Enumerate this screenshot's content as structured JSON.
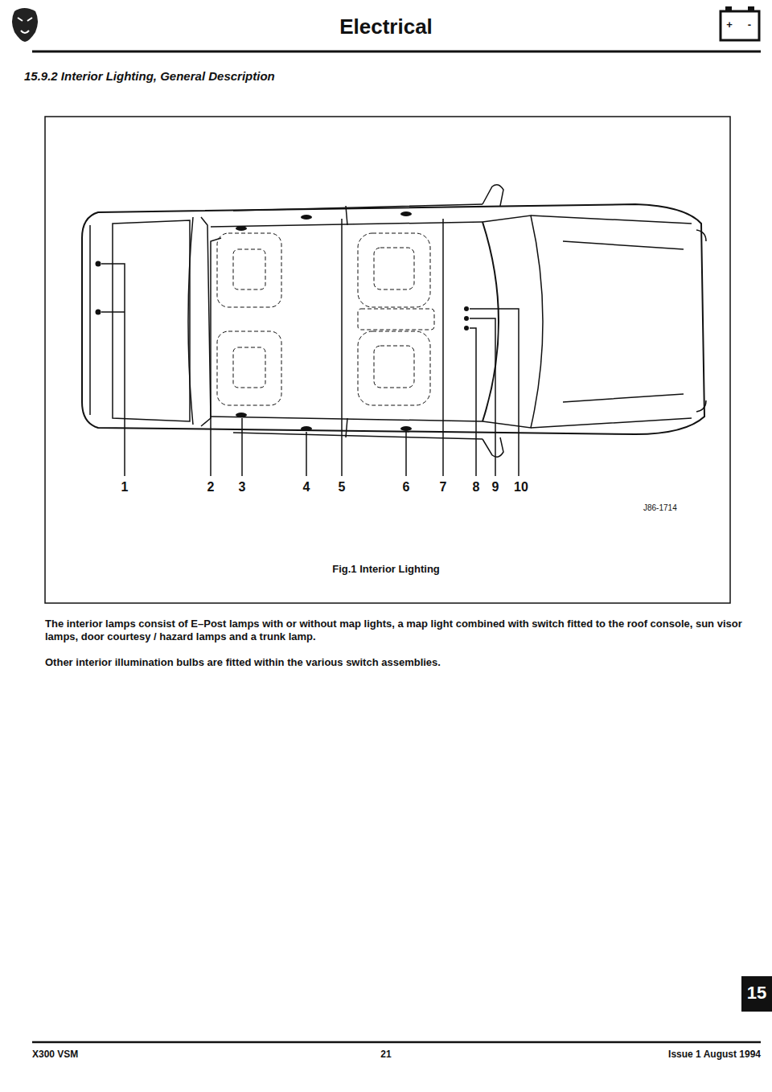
{
  "diagram": {
    "title": "15.9.2 Interior Lighting, General Description",
    "caption": "Fig.1 Interior Lighting",
    "labels": [
      "Electrical",
      "+",
      "-",
      "1",
      "2",
      "3",
      "4",
      "5",
      "6",
      "7",
      "8",
      "9",
      "10",
      "J86-1714",
      "The interior lamps consist of E–Post lamps with or without map lights, a map light combined with switch fitted to the roof console, sun visor lamps, door courtesy / hazard lamps and a trunk lamp.",
      "Other interior illumination bulbs are fitted within the various switch assemblies.",
      "X300 VSM",
      "21",
      "Issue 1 August 1994",
      "15"
    ]
  }
}
